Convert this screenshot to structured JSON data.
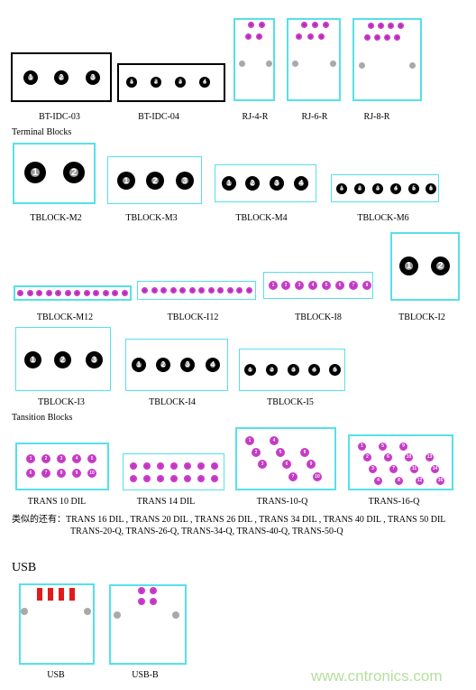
{
  "sections": {
    "terminal_blocks": "Terminal Blocks",
    "transition_blocks": "Tansition Blocks",
    "usb": "USB"
  },
  "labels": {
    "bt_idc_03": "BT-IDC-03",
    "bt_idc_04": "BT-IDC-04",
    "rj_4_r": "RJ-4-R",
    "rj_6_r": "RJ-6-R",
    "rj_8_r": "RJ-8-R",
    "tblock_m2": "TBLOCK-M2",
    "tblock_m3": "TBLOCK-M3",
    "tblock_m4": "TBLOCK-M4",
    "tblock_m6": "TBLOCK-M6",
    "tblock_m12": "TBLOCK-M12",
    "tblock_i12": "TBLOCK-I12",
    "tblock_i8": "TBLOCK-I8",
    "tblock_i2": "TBLOCK-I2",
    "tblock_i3": "TBLOCK-I3",
    "tblock_i4": "TBLOCK-I4",
    "tblock_i5": "TBLOCK-I5",
    "trans_10_dil": "TRANS 10 DIL",
    "trans_14_dil": "TRANS 14 DIL",
    "trans_10_q": "TRANS-10-Q",
    "trans_16_q": "TRANS-16-Q",
    "usb": "USB",
    "usb_b": "USB-B"
  },
  "similar_note": {
    "line1": "类似的还有：TRANS 16 DIL , TRANS 20 DIL , TRANS 26 DIL , TRANS 34 DIL , TRANS 40 DIL , TRANS 50 DIL",
    "line2": "TRANS-20-Q, TRANS-26-Q, TRANS-34-Q, TRANS-40-Q, TRANS-50-Q"
  },
  "watermark": "www.cntronics.com",
  "pin_numbers": {
    "p1": "1",
    "p2": "2",
    "p3": "3",
    "p4": "4",
    "p5": "5",
    "p6": "6",
    "p7": "7",
    "p8": "8",
    "p9": "9",
    "p10": "10",
    "p11": "11",
    "p12": "12",
    "p13": "13",
    "p14": "14",
    "p15": "15",
    "p16": "16"
  },
  "colors": {
    "outline_cyan": "#57e0ea",
    "pad_black": "#000000",
    "pad_pink": "#c93bc9",
    "mount_gray": "#a9a9a9",
    "usb_pin_red": "#e11b1b",
    "watermark_green": "#b6df9e"
  }
}
